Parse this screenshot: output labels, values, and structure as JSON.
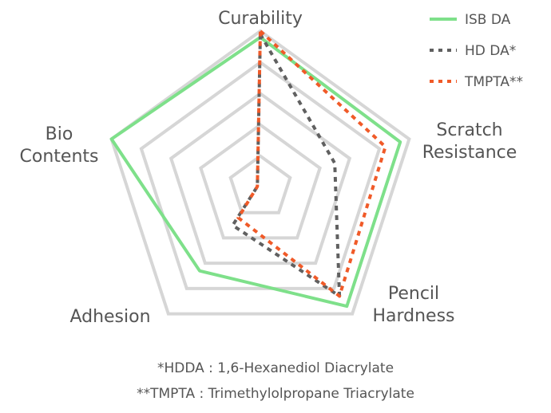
{
  "chart_data": {
    "type": "radar",
    "axes": [
      "Curability",
      "Scratch Resistance",
      "Pencil Hardness",
      "Adhesion",
      "Bio Contents"
    ],
    "axis_label_lines": [
      [
        "Curability"
      ],
      [
        "Scratch",
        "Resistance"
      ],
      [
        "Pencil",
        "Hardness"
      ],
      [
        "Adhesion"
      ],
      [
        "Bio",
        "Contents"
      ]
    ],
    "rlim": [
      0,
      5
    ],
    "grid_levels": [
      1,
      2,
      3,
      4,
      5
    ],
    "grid": true,
    "legend_position": "top-right",
    "series": [
      {
        "name": "ISB DA",
        "values": [
          4.8,
          4.7,
          4.7,
          3.3,
          5.0
        ],
        "color": "#7ee08a",
        "style": "solid"
      },
      {
        "name": "HD DA*",
        "values": [
          4.9,
          2.5,
          4.3,
          1.5,
          0.1
        ],
        "color": "#606060",
        "style": "dotted"
      },
      {
        "name": "TMPTA**",
        "values": [
          5.0,
          4.2,
          4.3,
          1.2,
          0.1
        ],
        "color": "#f05a28",
        "style": "dotted"
      }
    ]
  },
  "footnotes": [
    "*HDDA : 1,6-Hexanediol Diacrylate",
    "**TMPTA : Trimethylolpropane Triacrylate"
  ]
}
